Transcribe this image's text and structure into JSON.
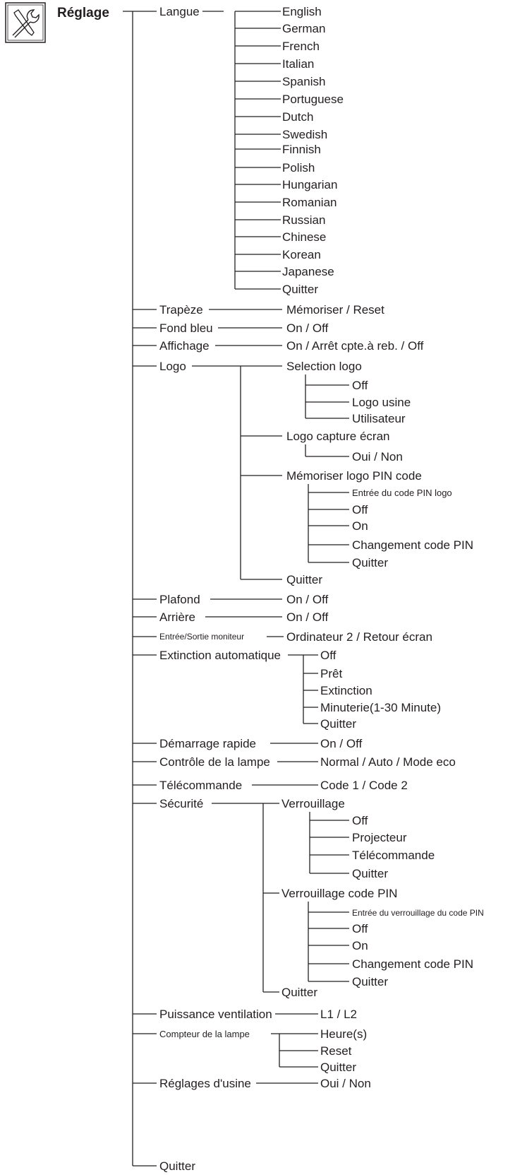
{
  "title": "Réglage",
  "icon": "wrench-screwdriver-icon",
  "labels": {
    "langue": "Langue",
    "english": "English",
    "german": "German",
    "french": "French",
    "italian": "Italian",
    "spanish": "Spanish",
    "portuguese": "Portuguese",
    "dutch": "Dutch",
    "swedish": "Swedish",
    "finnish": "Finnish",
    "polish": "Polish",
    "hungarian": "Hungarian",
    "romanian": "Romanian",
    "russian": "Russian",
    "chinese": "Chinese",
    "korean": "Korean",
    "japanese": "Japanese",
    "quitter": "Quitter",
    "trapeze": "Trapèze",
    "memoriser_reset": "Mémoriser / Reset",
    "fond_bleu": "Fond bleu",
    "on_off": "On / Off",
    "affichage": "Affichage",
    "affichage_value": "On / Arrêt cpte.à reb. / Off",
    "logo": "Logo",
    "selection_logo": "Selection logo",
    "off": "Off",
    "logo_usine": "Logo usine",
    "utilisateur": "Utilisateur",
    "logo_capture": "Logo capture écran",
    "oui_non": "Oui / Non",
    "memoriser_logo_pin": "Mémoriser logo PIN code",
    "entree_pin_logo": "Entrée du code PIN logo",
    "on": "On",
    "changement_pin": "Changement code PIN",
    "plafond": "Plafond",
    "arriere": "Arrière",
    "entree_sortie": "Entrée/Sortie moniteur",
    "entree_sortie_value": "Ordinateur 2 / Retour écran",
    "extinction_auto": "Extinction automatique",
    "pret": "Prêt",
    "extinction": "Extinction",
    "minuterie": "Minuterie(1-30 Minute)",
    "demarrage_rapide": "Démarrage rapide",
    "controle_lampe": "Contrôle de la lampe",
    "controle_lampe_value": "Normal / Auto / Mode eco",
    "telecommande_item": "Télécommande",
    "code_value": "Code 1 / Code 2",
    "securite": "Sécurité",
    "verrouillage": "Verrouillage",
    "projecteur": "Projecteur",
    "telecommande": "Télécommande",
    "verrouillage_pin": "Verrouillage code PIN",
    "entree_verrouillage_pin": "Entrée du verrouillage du code PIN",
    "puissance_ventilation": "Puissance ventilation",
    "l1_l2": "L1 / L2",
    "compteur_lampe": "Compteur de la lampe",
    "heures": "Heure(s)",
    "reset": "Reset",
    "reglages_usine": "Réglages d'usine"
  }
}
